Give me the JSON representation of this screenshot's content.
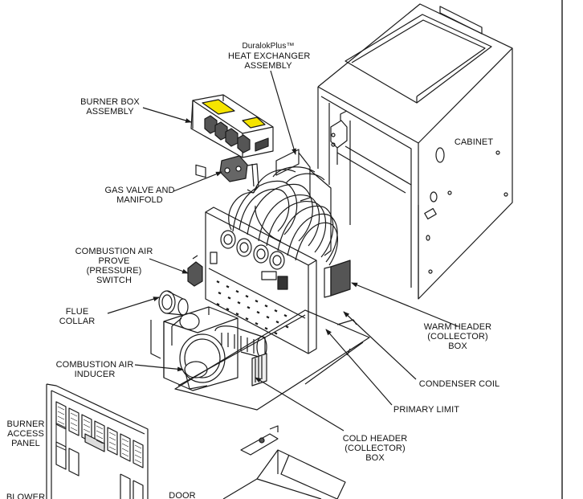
{
  "diagram": {
    "labels": {
      "heat_exchanger": [
        "DuralokPlus™",
        "HEAT EXCHANGER",
        "ASSEMBLY"
      ],
      "burner_box": [
        "BURNER BOX",
        "ASSEMBLY"
      ],
      "gas_valve": [
        "GAS VALVE AND",
        "MANIFOLD"
      ],
      "pressure_switch": [
        "COMBUSTION AIR",
        "PROVE",
        "(PRESSURE)",
        "SWITCH"
      ],
      "flue_collar": [
        "FLUE",
        "COLLAR"
      ],
      "inducer": [
        "COMBUSTION AIR",
        "INDUCER"
      ],
      "burner_access_panel": [
        "BURNER",
        "ACCESS",
        "PANEL"
      ],
      "blower": [
        "BLOWER"
      ],
      "door": [
        "DOOR"
      ],
      "cabinet": [
        "CABINET"
      ],
      "warm_header": [
        "WARM HEADER",
        "(COLLECTOR)",
        "BOX"
      ],
      "condenser_coil": [
        "CONDENSER COIL"
      ],
      "primary_limit": [
        "PRIMARY LIMIT"
      ],
      "cold_header": [
        "COLD HEADER",
        "(COLLECTOR)",
        "BOX"
      ]
    },
    "colors": {
      "line": "#1a1a1a",
      "highlight": "#f5e400",
      "background": "#ffffff"
    }
  }
}
